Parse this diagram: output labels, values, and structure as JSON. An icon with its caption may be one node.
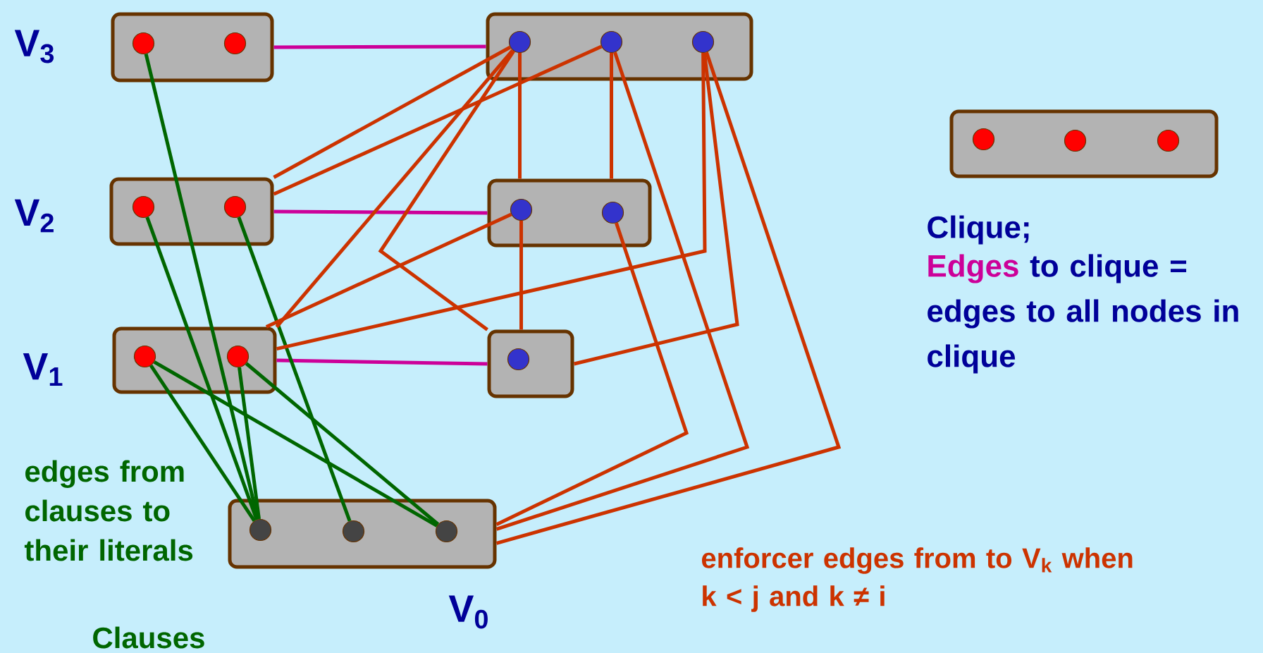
{
  "diagram": {
    "nodes": [
      {
        "text": [],
        "shape": "box"
      },
      {
        "text": [],
        "shape": "circle",
        "in": 0
      },
      {
        "text": [],
        "shape": "circle",
        "in": 0
      },
      {
        "text": [],
        "shape": "box"
      },
      {
        "text": [],
        "shape": "circle",
        "in": 3
      },
      {
        "text": [],
        "shape": "circle",
        "in": 3
      },
      {
        "text": [],
        "shape": "box"
      },
      {
        "text": [],
        "shape": "circle",
        "in": 6
      },
      {
        "text": [],
        "shape": "circle",
        "in": 6
      },
      {
        "text": [],
        "shape": "box"
      },
      {
        "text": [],
        "shape": "circle",
        "in": 9
      },
      {
        "text": [],
        "shape": "circle",
        "in": 9
      },
      {
        "text": [],
        "shape": "circle",
        "in": 9
      },
      {
        "text": [],
        "shape": "box"
      },
      {
        "text": [],
        "shape": "circle",
        "in": 13
      },
      {
        "text": [],
        "shape": "circle",
        "in": 13
      },
      {
        "text": [],
        "shape": "circle",
        "in": 13
      },
      {
        "text": [],
        "shape": "box"
      },
      {
        "text": [],
        "shape": "circle",
        "in": 17
      },
      {
        "text": [],
        "shape": "circle",
        "in": 17
      },
      {
        "text": [],
        "shape": "box"
      },
      {
        "text": [],
        "shape": "circle",
        "in": 20
      },
      {
        "text": [],
        "shape": "box"
      },
      {
        "text": [],
        "shape": "circle",
        "in": 22
      },
      {
        "text": [],
        "shape": "circle",
        "in": 22
      },
      {
        "text": [],
        "shape": "circle",
        "in": 22
      }
    ],
    "edges": [
      {
        "from": 0,
        "to": 13,
        "arrow": "none",
        "color": "#cc0099"
      },
      {
        "from": 3,
        "to": 17,
        "arrow": "none",
        "color": "#cc0099"
      },
      {
        "from": 6,
        "to": 20,
        "arrow": "none",
        "color": "#cc0099"
      },
      {
        "from": 1,
        "to": 10,
        "arrow": "none",
        "color": "#006600"
      },
      {
        "from": 4,
        "to": 10,
        "arrow": "none",
        "color": "#006600"
      },
      {
        "from": 5,
        "to": 11,
        "arrow": "none",
        "color": "#006600"
      },
      {
        "from": 7,
        "to": 10,
        "arrow": "none",
        "color": "#006600"
      },
      {
        "from": 7,
        "to": 12,
        "arrow": "none",
        "color": "#006600"
      },
      {
        "from": 8,
        "to": 10,
        "arrow": "none",
        "color": "#006600"
      },
      {
        "from": 8,
        "to": 12,
        "arrow": "none",
        "color": "#006600"
      },
      {
        "from": 3,
        "to": 14,
        "arrow": "none"
      },
      {
        "from": 3,
        "to": 15,
        "arrow": "none"
      },
      {
        "from": 14,
        "to": 17,
        "arrow": "none"
      },
      {
        "from": 15,
        "to": 17,
        "arrow": "none"
      },
      {
        "from": 14,
        "to": 6,
        "arrow": "none"
      },
      {
        "from": 14,
        "to": 20,
        "arrow": "none"
      },
      {
        "from": 18,
        "to": 6,
        "arrow": "none"
      },
      {
        "from": 18,
        "to": 20,
        "arrow": "none"
      },
      {
        "from": 16,
        "to": 6,
        "arrow": "none"
      },
      {
        "from": 16,
        "to": 20,
        "arrow": "none"
      },
      {
        "from": 19,
        "to": 9,
        "arrow": "none"
      },
      {
        "from": 15,
        "to": 9,
        "arrow": "none"
      },
      {
        "from": 16,
        "to": 9,
        "arrow": "none"
      }
    ],
    "labels": [
      "V$_{3}$",
      "V$_{2}$",
      "V$_{1}$",
      "edges from clauses to their literals",
      "V$_{0}$",
      "Clauses",
      "enforcer edges from to V$_{k}$ when k < j and k ≠ i",
      "Clique;",
      "Edges",
      "to clique = edges to all nodes in clique"
    ]
  }
}
